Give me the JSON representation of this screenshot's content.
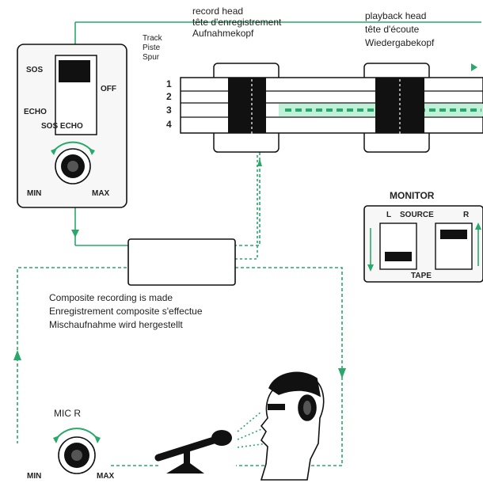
{
  "heads": {
    "record": [
      "record head",
      "tête d'enregistrement",
      "Aufnahmekopf"
    ],
    "playback": [
      "playback head",
      "tête d'écoute",
      "Wiedergabekopf"
    ]
  },
  "track_label": [
    "Track",
    "Piste",
    "Spur"
  ],
  "track_numbers": [
    "1",
    "2",
    "3",
    "4"
  ],
  "sos_switch": {
    "top": "SOS",
    "off": "OFF",
    "echo": "ECHO",
    "bottom": "SOS ECHO"
  },
  "level_knob": {
    "min": "MIN",
    "max": "MAX"
  },
  "monitor": {
    "title": "MONITOR",
    "left": "L",
    "source": "SOURCE",
    "right": "R",
    "tape": "TAPE"
  },
  "caption": [
    "Composite recording is made",
    "Enregistrement composite s'effectue",
    "Mischaufnahme wird hergestellt"
  ],
  "mic_knob": {
    "title": "MIC R",
    "min": "MIN",
    "max": "MAX"
  },
  "colors": {
    "signal": "#2aa86a",
    "ink": "#111111",
    "panel": "#f7f7f7"
  }
}
